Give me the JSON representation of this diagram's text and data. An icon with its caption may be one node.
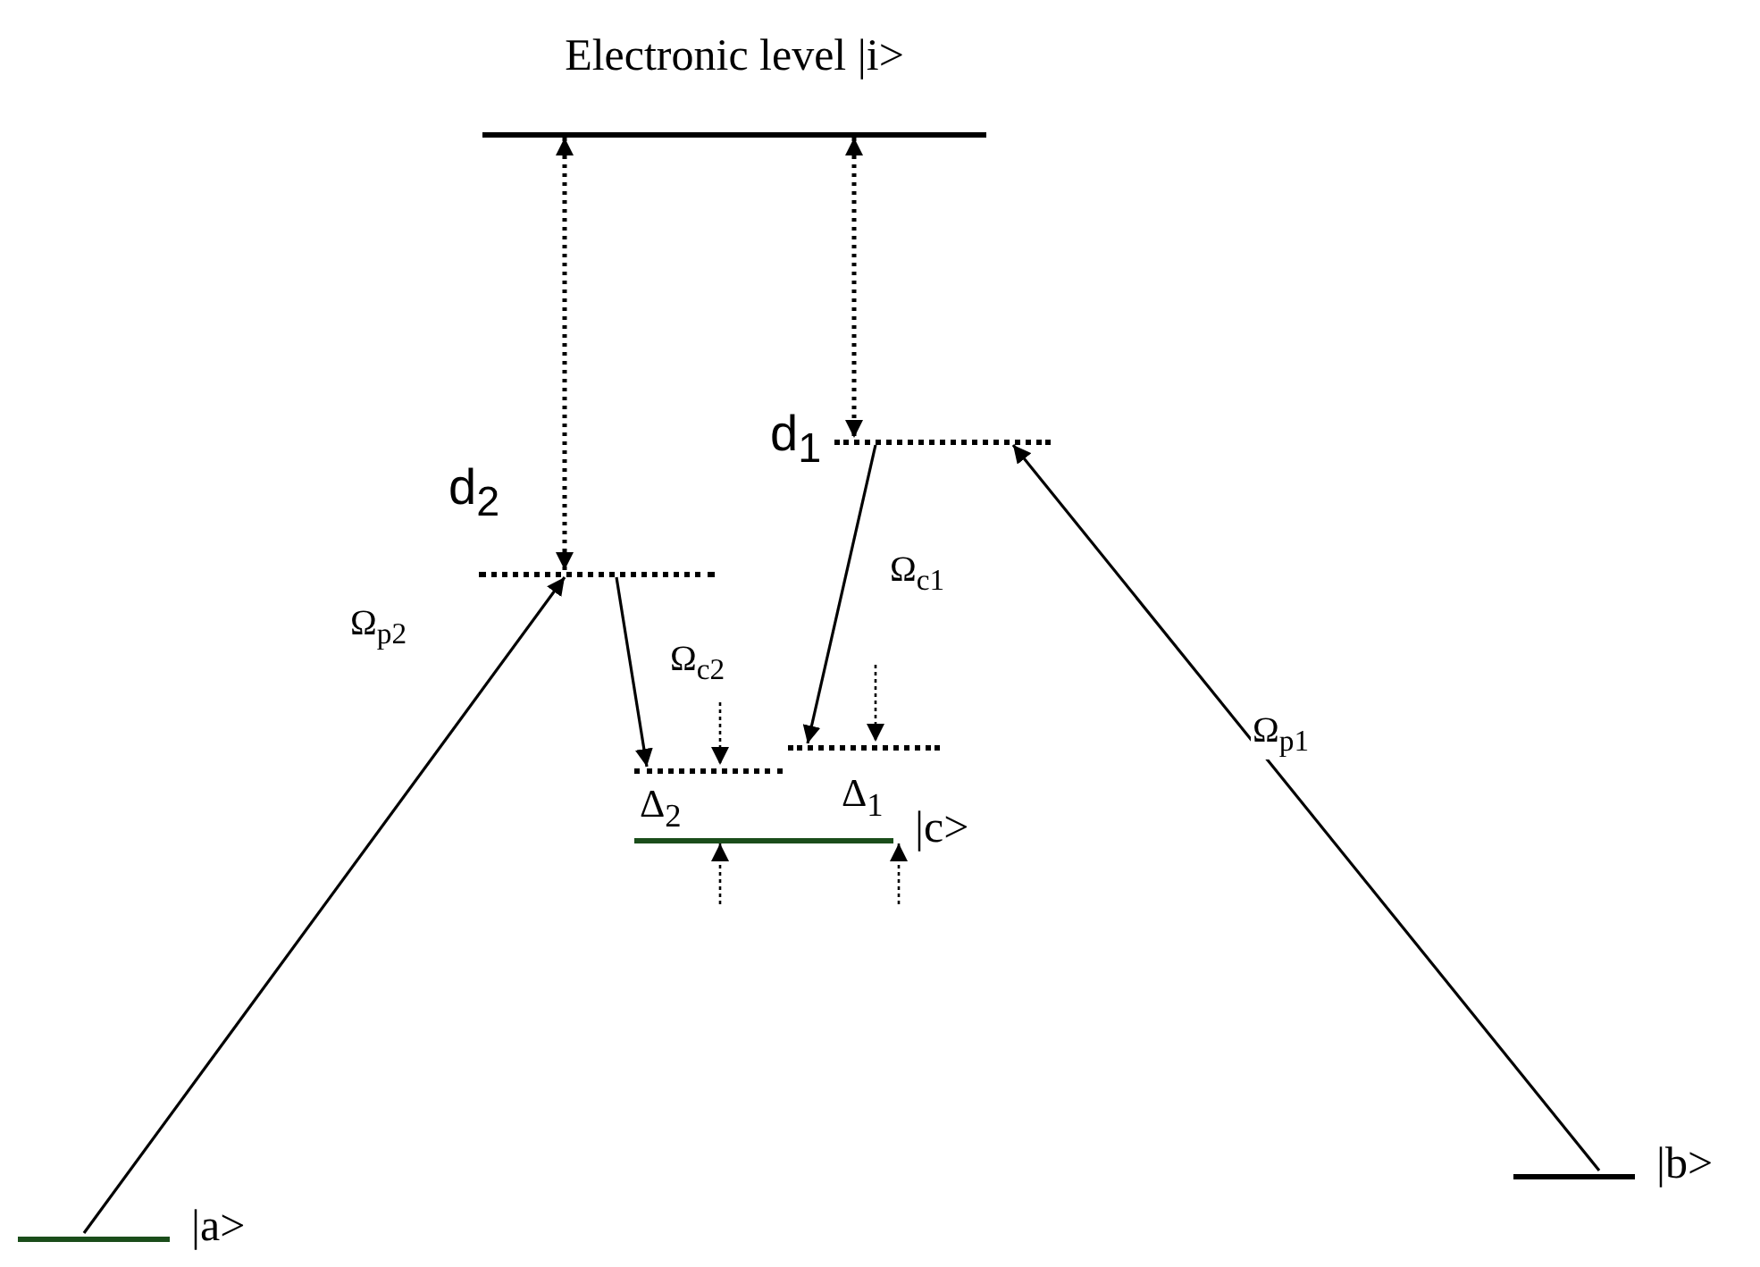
{
  "diagram": {
    "nodes": [
      {
        "text": [
          "Electronic level |i>"
        ]
      },
      {
        "text": [],
        "shape": "bar"
      },
      {
        "text": [],
        "shape": "bar"
      },
      {
        "text": [],
        "shape": "bar"
      },
      {
        "text": [],
        "shape": "bar"
      },
      {
        "text": [
          "|c>"
        ]
      },
      {
        "text": [
          "|b>"
        ]
      },
      {
        "text": [
          "|a>"
        ]
      }
    ],
    "edges": [
      {
        "from": 0,
        "to": 2,
        "arrow": "both",
        "style": "dashed",
        "label": "d$_{2}$"
      },
      {
        "from": 0,
        "to": 1,
        "arrow": "both",
        "style": "dashed",
        "label": "d$_{1}$"
      },
      {
        "from": 7,
        "to": 2,
        "arrow": "to",
        "label": "Ω$_{p2}$"
      },
      {
        "from": 2,
        "to": 4,
        "arrow": "to",
        "label": "Ω$_{c2}$"
      },
      {
        "from": 1,
        "to": 3,
        "arrow": "to",
        "label": "Ω$_{c1}$"
      },
      {
        "from": 6,
        "to": 1,
        "arrow": "to",
        "label": "Ω$_{p1}$"
      }
    ],
    "labels": [
      "Δ$_{2}$",
      "Δ$_{1}$"
    ]
  }
}
